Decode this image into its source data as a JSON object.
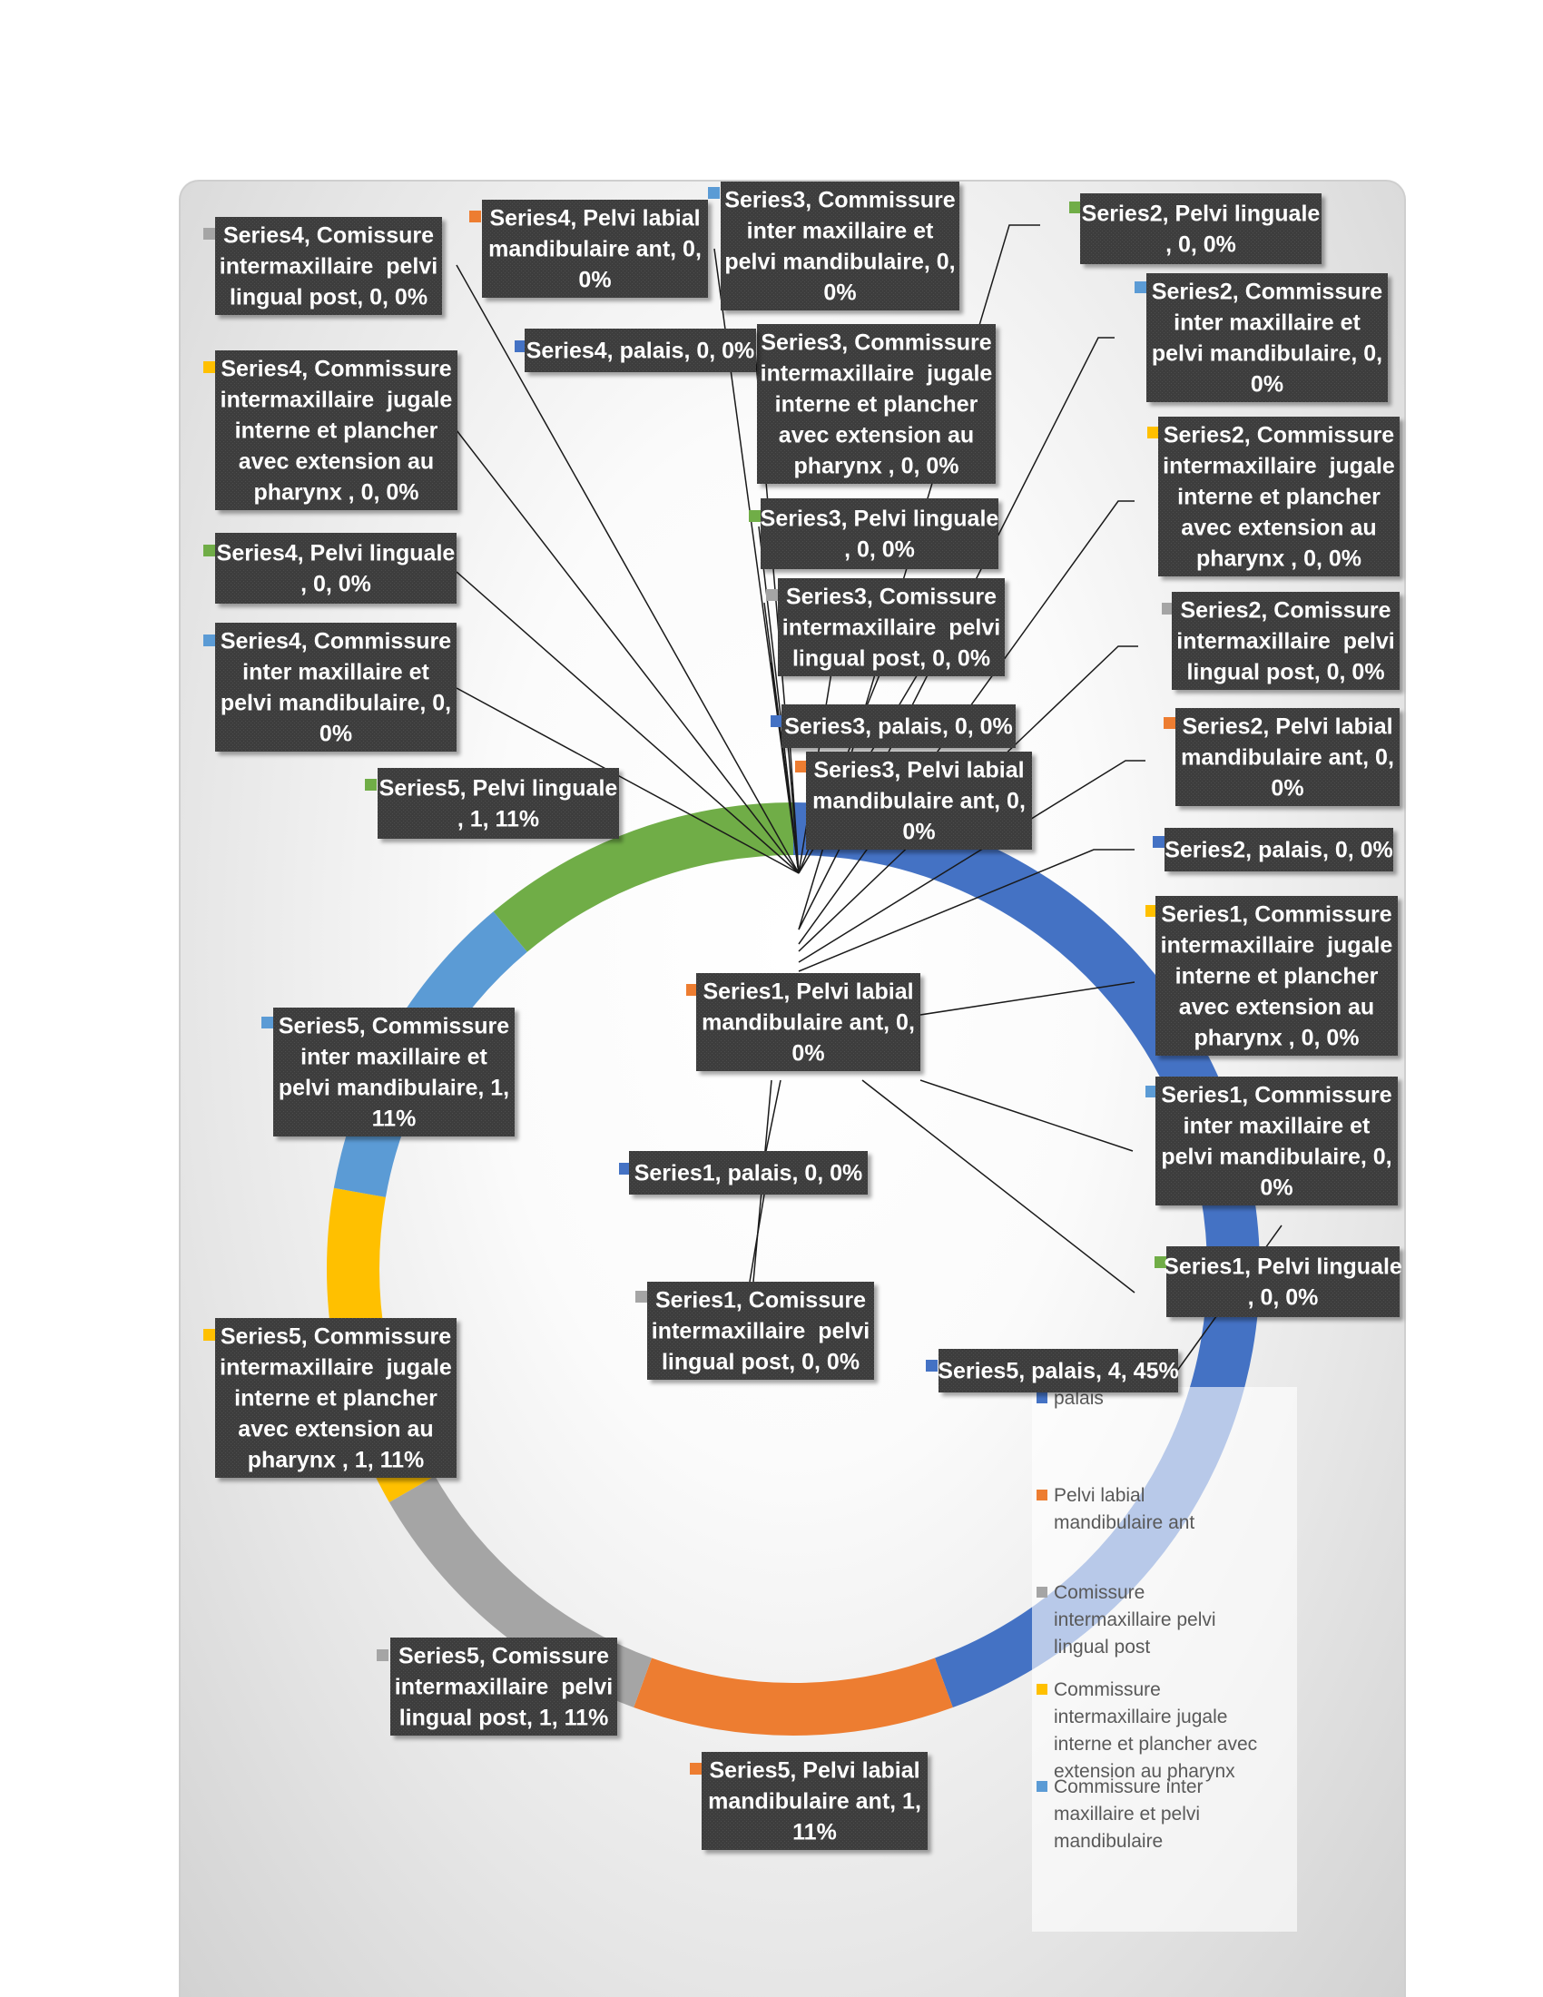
{
  "chart_data": {
    "type": "doughnut",
    "categories": [
      "palais",
      "Pelvi labial mandibulaire ant",
      "Comissure intermaxillaire  pelvi lingual post",
      "Commissure intermaxillaire  jugale interne et plancher avec extension au pharynx",
      "Commissure inter maxillaire et pelvi mandibulaire",
      "Pelvi linguale"
    ],
    "colors": [
      "#4472c4",
      "#ed7d31",
      "#a5a5a5",
      "#ffc000",
      "#5b9bd5",
      "#70ad47"
    ],
    "series": [
      {
        "name": "Series1",
        "values": [
          0,
          0,
          0,
          0,
          0,
          0
        ]
      },
      {
        "name": "Series2",
        "values": [
          0,
          0,
          0,
          0,
          0,
          0
        ]
      },
      {
        "name": "Series3",
        "values": [
          0,
          0,
          0,
          0,
          0,
          0
        ]
      },
      {
        "name": "Series4",
        "values": [
          0,
          0,
          0,
          0,
          0,
          0
        ]
      },
      {
        "name": "Series5",
        "values": [
          4,
          1,
          1,
          1,
          1,
          1
        ]
      }
    ],
    "data_labels": [
      {
        "series": 0,
        "category": 1,
        "lines": [
          "Series1, Pelvi labial",
          "mandibulaire ant, 0,",
          "0%"
        ]
      },
      {
        "series": 0,
        "category": 0,
        "lines": [
          "Series1, palais, 0, 0%"
        ]
      },
      {
        "series": 0,
        "category": 2,
        "lines": [
          "Series1, Comissure",
          "intermaxillaire  pelvi",
          "lingual post, 0, 0%"
        ]
      },
      {
        "series": 0,
        "category": 3,
        "lines": [
          "Series1, Commissure",
          "intermaxillaire  jugale",
          "interne et plancher",
          "avec extension au",
          "pharynx , 0, 0%"
        ]
      },
      {
        "series": 0,
        "category": 4,
        "lines": [
          "Series1, Commissure",
          "inter maxillaire et",
          "pelvi mandibulaire, 0,",
          "0%"
        ]
      },
      {
        "series": 0,
        "category": 5,
        "lines": [
          "Series1, Pelvi linguale",
          ", 0, 0%"
        ]
      },
      {
        "series": 1,
        "category": 0,
        "lines": [
          "Series2, palais, 0, 0%"
        ]
      },
      {
        "series": 1,
        "category": 1,
        "lines": [
          "Series2, Pelvi labial",
          "mandibulaire ant, 0,",
          "0%"
        ]
      },
      {
        "series": 1,
        "category": 2,
        "lines": [
          "Series2, Comissure",
          "intermaxillaire  pelvi",
          "lingual post, 0, 0%"
        ]
      },
      {
        "series": 1,
        "category": 3,
        "lines": [
          "Series2, Commissure",
          "intermaxillaire  jugale",
          "interne et plancher",
          "avec extension au",
          "pharynx , 0, 0%"
        ]
      },
      {
        "series": 1,
        "category": 4,
        "lines": [
          "Series2, Commissure",
          "inter maxillaire et",
          "pelvi mandibulaire, 0,",
          "0%"
        ]
      },
      {
        "series": 1,
        "category": 5,
        "lines": [
          "Series2, Pelvi linguale",
          ", 0, 0%"
        ]
      },
      {
        "series": 2,
        "category": 4,
        "lines": [
          "Series3, Commissure",
          "inter maxillaire et",
          "pelvi mandibulaire, 0,",
          "0%"
        ]
      },
      {
        "series": 2,
        "category": 3,
        "lines": [
          "Series3, Commissure",
          "intermaxillaire  jugale",
          "interne et plancher",
          "avec extension au",
          "pharynx , 0, 0%"
        ]
      },
      {
        "series": 2,
        "category": 5,
        "lines": [
          "Series3, Pelvi linguale",
          ", 0, 0%"
        ]
      },
      {
        "series": 2,
        "category": 2,
        "lines": [
          "Series3, Comissure",
          "intermaxillaire  pelvi",
          "lingual post, 0, 0%"
        ]
      },
      {
        "series": 2,
        "category": 0,
        "lines": [
          "Series3, palais, 0, 0%"
        ]
      },
      {
        "series": 2,
        "category": 1,
        "lines": [
          "Series3, Pelvi labial",
          "mandibulaire ant, 0,",
          "0%"
        ]
      },
      {
        "series": 3,
        "category": 2,
        "lines": [
          "Series4, Comissure",
          "intermaxillaire  pelvi",
          "lingual post, 0, 0%"
        ]
      },
      {
        "series": 3,
        "category": 1,
        "lines": [
          "Series4, Pelvi labial",
          "mandibulaire ant, 0,",
          "0%"
        ]
      },
      {
        "series": 3,
        "category": 0,
        "lines": [
          "Series4, palais, 0, 0%"
        ]
      },
      {
        "series": 3,
        "category": 3,
        "lines": [
          "Series4, Commissure",
          "intermaxillaire  jugale",
          "interne et plancher",
          "avec extension au",
          "pharynx , 0, 0%"
        ]
      },
      {
        "series": 3,
        "category": 5,
        "lines": [
          "Series4, Pelvi linguale",
          ", 0, 0%"
        ]
      },
      {
        "series": 3,
        "category": 4,
        "lines": [
          "Series4, Commissure",
          "inter maxillaire et",
          "pelvi mandibulaire, 0,",
          "0%"
        ]
      },
      {
        "series": 4,
        "category": 0,
        "lines": [
          "Series5, palais, 4, 45%"
        ]
      },
      {
        "series": 4,
        "category": 1,
        "lines": [
          "Series5, Pelvi labial",
          "mandibulaire ant, 1,",
          "11%"
        ]
      },
      {
        "series": 4,
        "category": 2,
        "lines": [
          "Series5, Comissure",
          "intermaxillaire  pelvi",
          "lingual post, 1, 11%"
        ]
      },
      {
        "series": 4,
        "category": 3,
        "lines": [
          "Series5, Commissure",
          "intermaxillaire  jugale",
          "interne et plancher",
          "avec extension au",
          "pharynx , 1, 11%"
        ]
      },
      {
        "series": 4,
        "category": 4,
        "lines": [
          "Series5, Commissure",
          "inter maxillaire et",
          "pelvi mandibulaire, 1,",
          "11%"
        ]
      },
      {
        "series": 4,
        "category": 5,
        "lines": [
          "Series5, Pelvi linguale",
          ", 1, 11%"
        ]
      }
    ],
    "legend": {
      "placement": "right",
      "entries": [
        {
          "lines": [
            "palais"
          ]
        },
        {
          "lines": [
            "Pelvi labial",
            "mandibulaire ant"
          ]
        },
        {
          "lines": [
            "Comissure",
            "intermaxillaire  pelvi",
            "lingual post"
          ]
        },
        {
          "lines": [
            "Commissure",
            "intermaxillaire  jugale",
            "interne et plancher avec",
            "extension au pharynx"
          ]
        },
        {
          "lines": [
            "Commissure inter",
            "maxillaire et pelvi",
            "mandibulaire"
          ]
        }
      ]
    }
  }
}
